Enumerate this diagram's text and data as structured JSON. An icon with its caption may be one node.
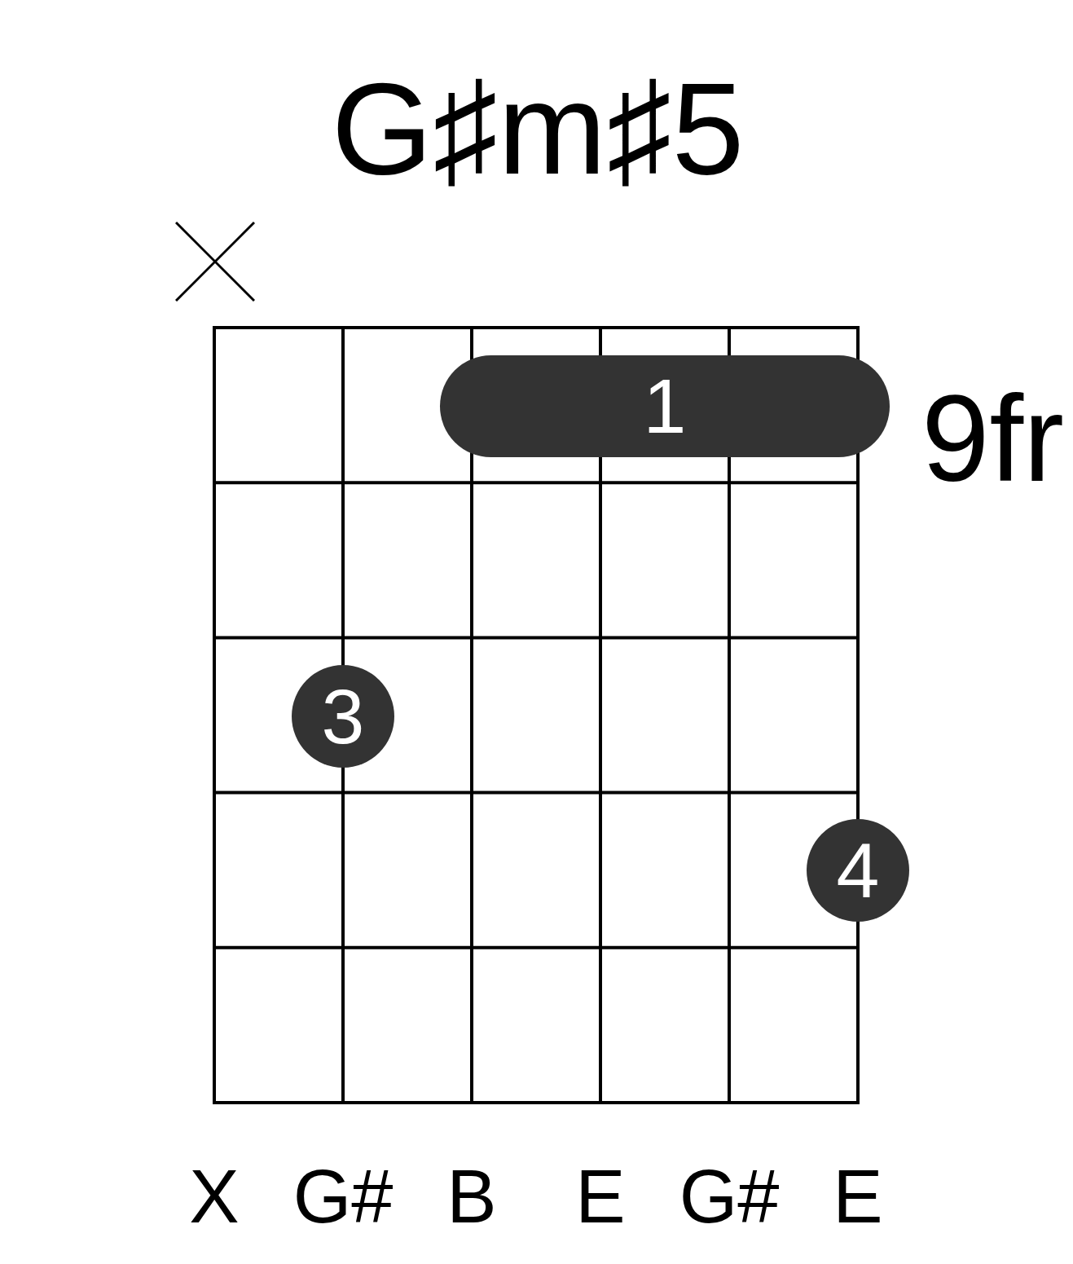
{
  "diagram": {
    "title": "G♯m♯5",
    "nodes": [
      {
        "text": [
          "1"
        ]
      },
      {
        "text": [
          "3"
        ]
      },
      {
        "text": [
          "4"
        ]
      }
    ],
    "edges": [],
    "labels": [
      "9fr",
      "X",
      "G#",
      "B",
      "E",
      "G#",
      "E"
    ]
  }
}
